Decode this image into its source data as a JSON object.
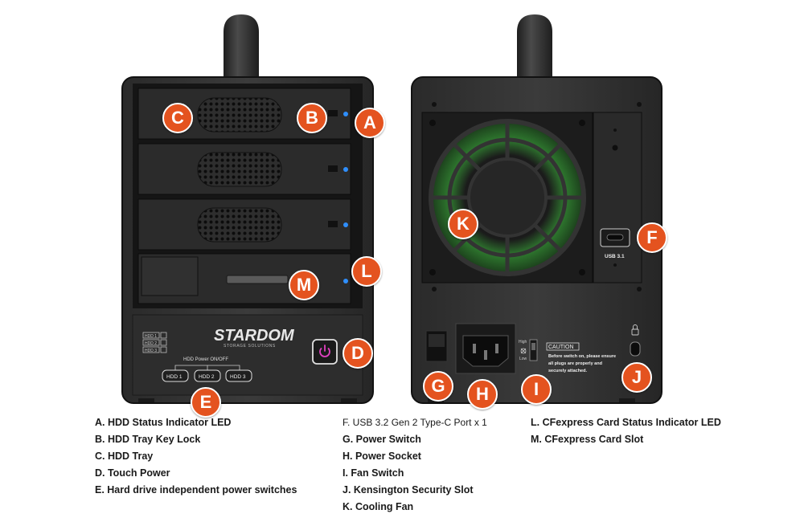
{
  "front": {
    "hdd_leds": [
      "HDD 1",
      "HDD 2",
      "HDD 3"
    ],
    "brand": "STARDOM",
    "brand_sub": "STORAGE SOLUTIONS",
    "power_title": "HDD Power ON/OFF",
    "hdd_buttons": [
      "HDD 1",
      "HDD 2",
      "HDD 3"
    ],
    "power_icon": "power-icon"
  },
  "back": {
    "usb_label": "USB 3.1",
    "fan_high": "High",
    "fan_low": "Low",
    "fan_icon": "fan-icon",
    "caution_title": "CAUTION",
    "caution_lines": [
      "Before switch on, please ensure",
      "all plugs are properly and",
      "securely attached."
    ],
    "lock_icon": "kensington-lock-icon"
  },
  "callouts": [
    "A",
    "B",
    "C",
    "D",
    "E",
    "F",
    "G",
    "H",
    "I",
    "J",
    "K",
    "L",
    "M"
  ],
  "legend": {
    "col1": [
      "A. HDD Status Indicator LED",
      "B. HDD Tray Key Lock",
      "C. HDD Tray",
      "D. Touch Power",
      "E. Hard drive independent power switches"
    ],
    "col2": [
      "F. USB 3.2 Gen 2 Type-C Port x 1",
      "G. Power Switch",
      "H. Power Socket",
      "I. Fan Switch",
      "J. Kensington Security Slot",
      "K. Cooling Fan"
    ],
    "col3": [
      "L. CFexpress Card Status Indicator LED",
      "M. CFexpress Card Slot"
    ]
  },
  "colors": {
    "callout": "#e4531f",
    "led_blue": "#2f8fff",
    "power_pink": "#e040c0",
    "fan_green": "#3a9a3a"
  }
}
